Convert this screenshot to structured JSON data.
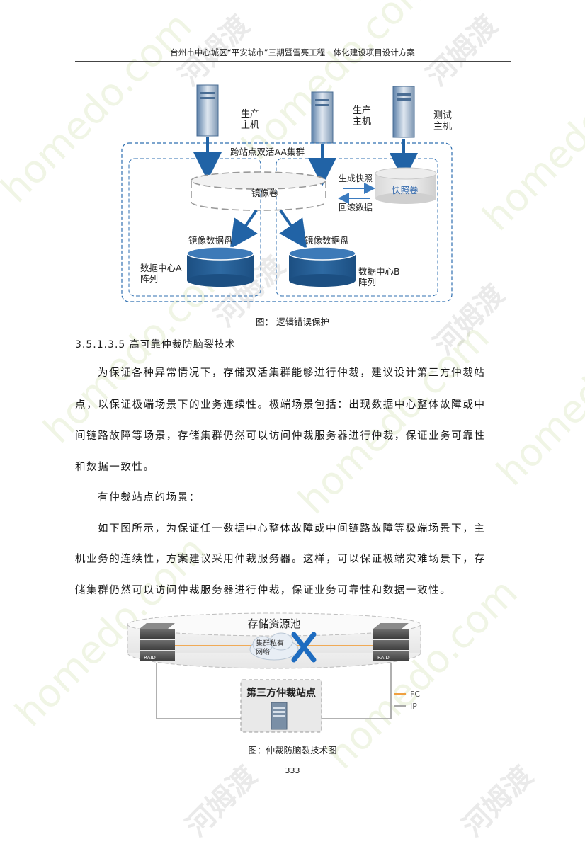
{
  "header": {
    "title": "台州市中心城区“平安城市”三期暨雪亮工程一体化建设项目设计方案"
  },
  "figure1": {
    "labels": {
      "host1": "生产\n主机",
      "host2": "生产\n主机",
      "host3": "测试\n主机",
      "cluster": "跨站点双活AA集群",
      "mirror_volume": "镜像卷",
      "snapshot_volume": "快照卷",
      "create_snapshot": "生成快照",
      "rollback": "回滚数据",
      "mirror_disk_a": "镜像数据盘",
      "mirror_disk_b": "镜像数据盘",
      "dc_a": "数据中心A\n阵列",
      "dc_b": "数据中心B\n阵列"
    },
    "caption": "图：  逻辑错误保护"
  },
  "section": {
    "heading": "3.5.1.3.5  高可靠仲裁防脑裂技术"
  },
  "paragraphs": {
    "p1_l1": "为保证各种异常情况下，存储双活集群能够进行仲裁，建议设计第三方仲裁站",
    "p1_l2": "点，以保证极端场景下的业务连续性。极端场景包括：出现数据中心整体故障或中",
    "p1_l3": "间链路故障等场景，存储集群仍然可以访问仲裁服务器进行仲裁，保证业务可靠性",
    "p1_l4": "和数据一致性。",
    "p2": "有仲裁站点的场景：",
    "p3_l1": "如下图所示，为保证任一数据中心整体故障或中间链路故障等极端场景下，主",
    "p3_l2": "机业务的连续性，方案建议采用仲裁服务器。这样，可以保证极端灾难场景下，存",
    "p3_l3": "储集群仍然可以访问仲裁服务器进行仲裁，保证业务可靠性和数据一致性。"
  },
  "figure2": {
    "labels": {
      "pool": "存储资源池",
      "private_net": "集群私有\n网络",
      "arbitration": "第三方仲裁站点",
      "raid_left": "RAID",
      "raid_right": "RAID",
      "legend_fc": "FC",
      "legend_ip": "IP"
    },
    "caption": "图：仲裁防脑裂技术图",
    "colors": {
      "fc": "#f0a040",
      "ip": "#a8a8a8"
    }
  },
  "watermarks": {
    "text_en": "homedo.com",
    "text_cn": "河姆渡"
  },
  "footer": {
    "page": "333"
  }
}
